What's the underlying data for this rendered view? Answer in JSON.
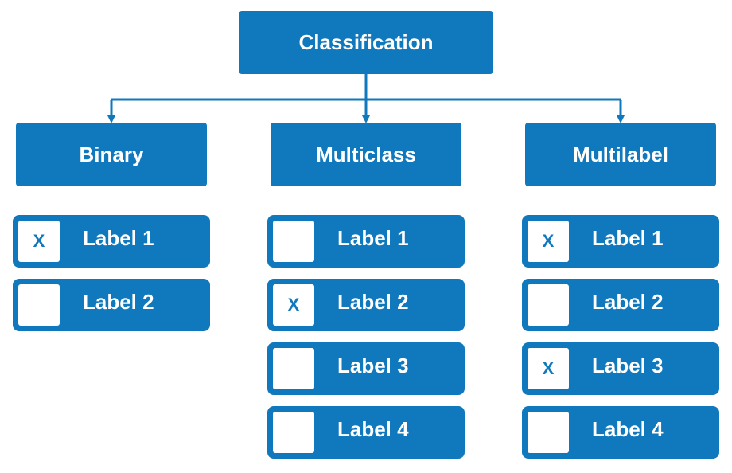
{
  "root": {
    "title": "Classification"
  },
  "categories": [
    {
      "title": "Binary",
      "labels": [
        {
          "text": "Label 1",
          "mark": "X"
        },
        {
          "text": "Label 2",
          "mark": ""
        }
      ]
    },
    {
      "title": "Multiclass",
      "labels": [
        {
          "text": "Label 1",
          "mark": ""
        },
        {
          "text": "Label 2",
          "mark": "X"
        },
        {
          "text": "Label 3",
          "mark": ""
        },
        {
          "text": "Label 4",
          "mark": ""
        }
      ]
    },
    {
      "title": "Multilabel",
      "labels": [
        {
          "text": "Label 1",
          "mark": "X"
        },
        {
          "text": "Label 2",
          "mark": ""
        },
        {
          "text": "Label 3",
          "mark": "X"
        },
        {
          "text": "Label 4",
          "mark": ""
        }
      ]
    }
  ],
  "colors": {
    "accent": "#1078bc",
    "background": "#ffffff"
  }
}
